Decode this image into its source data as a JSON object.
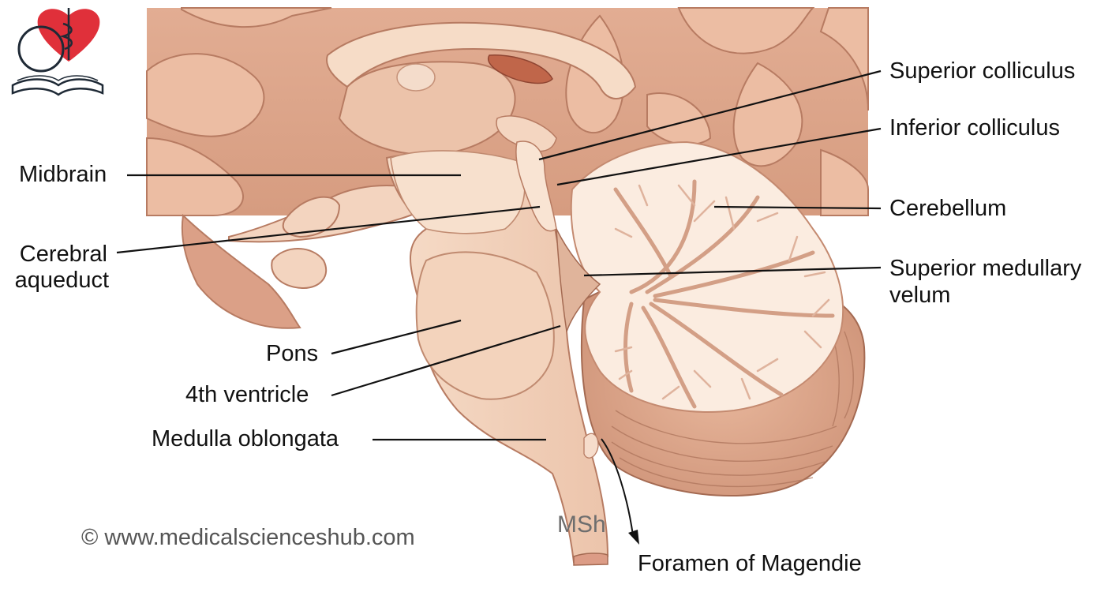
{
  "logo": {
    "name": "heart-caduceus-book-logo"
  },
  "labels": {
    "superior_colliculus": "Superior colliculus",
    "inferior_colliculus": "Inferior colliculus",
    "cerebellum": "Cerebellum",
    "superior_medullary_velum_1": "Superior medullary",
    "superior_medullary_velum_2": "velum",
    "midbrain": "Midbrain",
    "cerebral_aqueduct_1": "Cerebral",
    "cerebral_aqueduct_2": "aqueduct",
    "pons": "Pons",
    "fourth_ventricle": "4th ventricle",
    "medulla_oblongata": "Medulla oblongata",
    "foramen_of_magendie": "Foramen of Magendie"
  },
  "watermark": {
    "copyright": "© www.medicalscienceshub.com",
    "initials": "MSh"
  },
  "colors": {
    "tissue_light": "#f3d8c4",
    "tissue_mid": "#e9bca2",
    "tissue_dark": "#c98e74",
    "cerebellum_white": "#fbece0",
    "choroid": "#c0664a",
    "logo_red": "#e0303a",
    "logo_dark": "#1f2a36"
  }
}
